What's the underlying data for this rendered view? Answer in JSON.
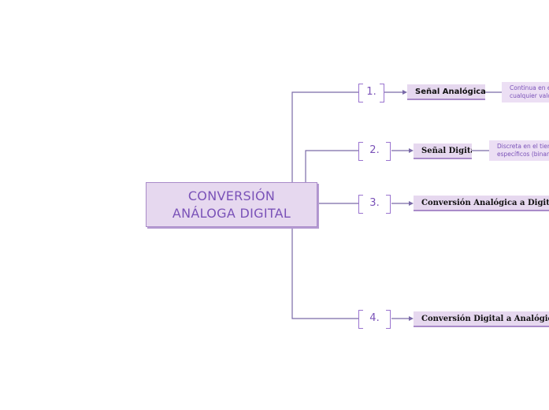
{
  "central": {
    "label": "CONVERSIÓN\nANÁLOGA DIGITAL"
  },
  "branches": [
    {
      "number": "1.",
      "title": "Señal Analógica",
      "note": "Continua en el\ncualquier valo"
    },
    {
      "number": "2.",
      "title": "Señal Digital",
      "note": "Discreta en el tiem\nespecíficos (binar"
    },
    {
      "number": "3.",
      "title": "Conversión Analógica a Digital (ADC)"
    },
    {
      "number": "4.",
      "title": "Conversión Digital a Analógica (DAC)"
    }
  ],
  "colors": {
    "accent": "#7a52b8",
    "line": "#7a6aa8",
    "node_fill": "#e6d8ef",
    "node_border": "#a98bc9"
  }
}
